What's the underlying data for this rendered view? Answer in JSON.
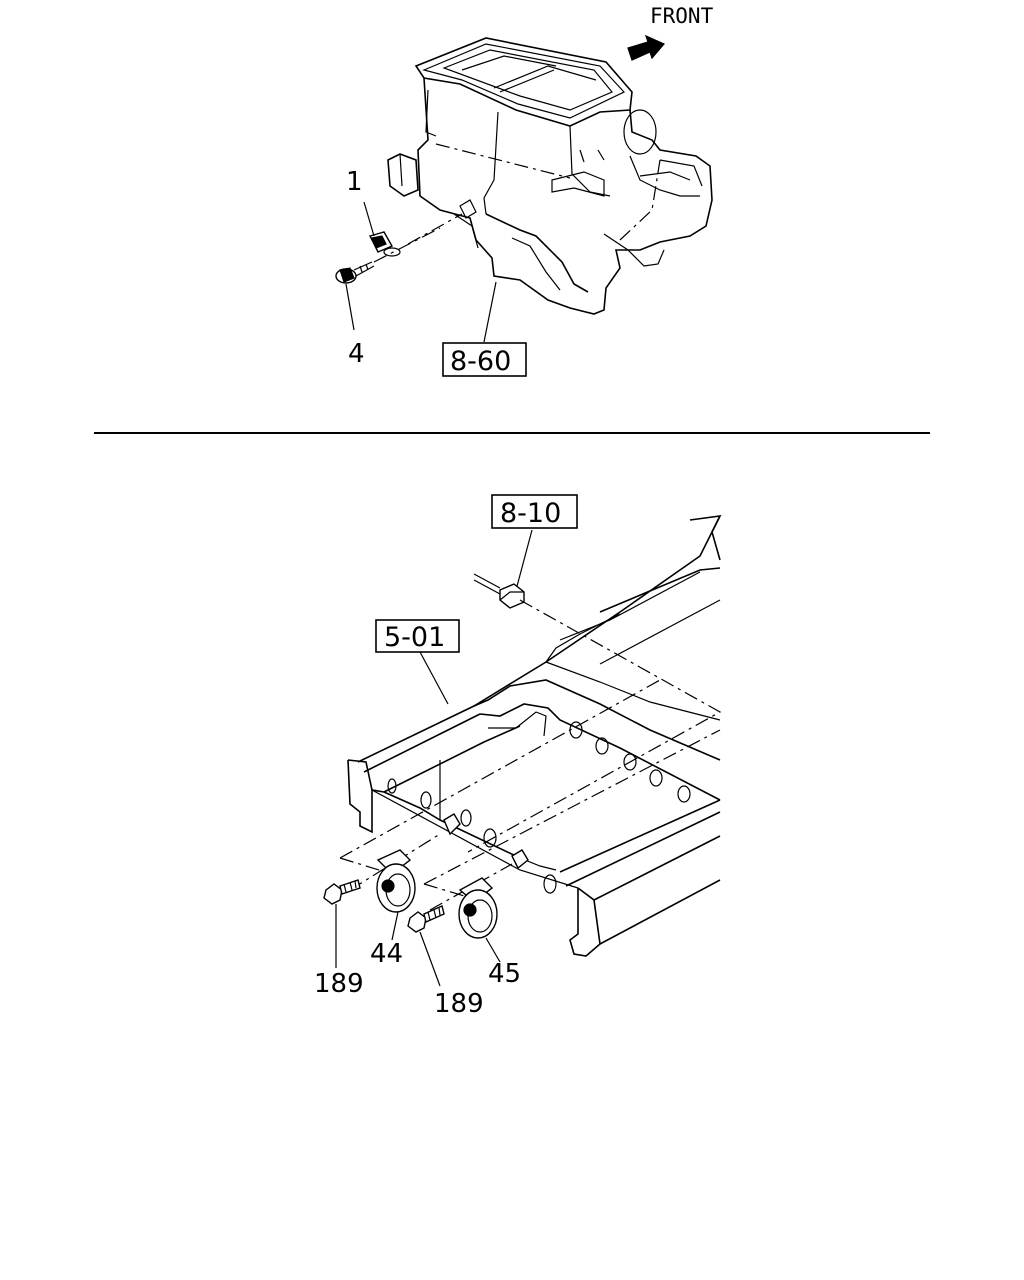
{
  "orientation": {
    "front_label": "FRONT"
  },
  "top_view": {
    "parts": [
      {
        "id": "part-1",
        "label": "1"
      },
      {
        "id": "part-4",
        "label": "4"
      }
    ],
    "ref_box": "8-60"
  },
  "bottom_view": {
    "ref_boxes": [
      "8-10",
      "5-01"
    ],
    "parts": [
      {
        "id": "part-44",
        "label": "44"
      },
      {
        "id": "part-45",
        "label": "45"
      },
      {
        "id": "part-189-left",
        "label": "189"
      },
      {
        "id": "part-189-right",
        "label": "189"
      }
    ]
  }
}
